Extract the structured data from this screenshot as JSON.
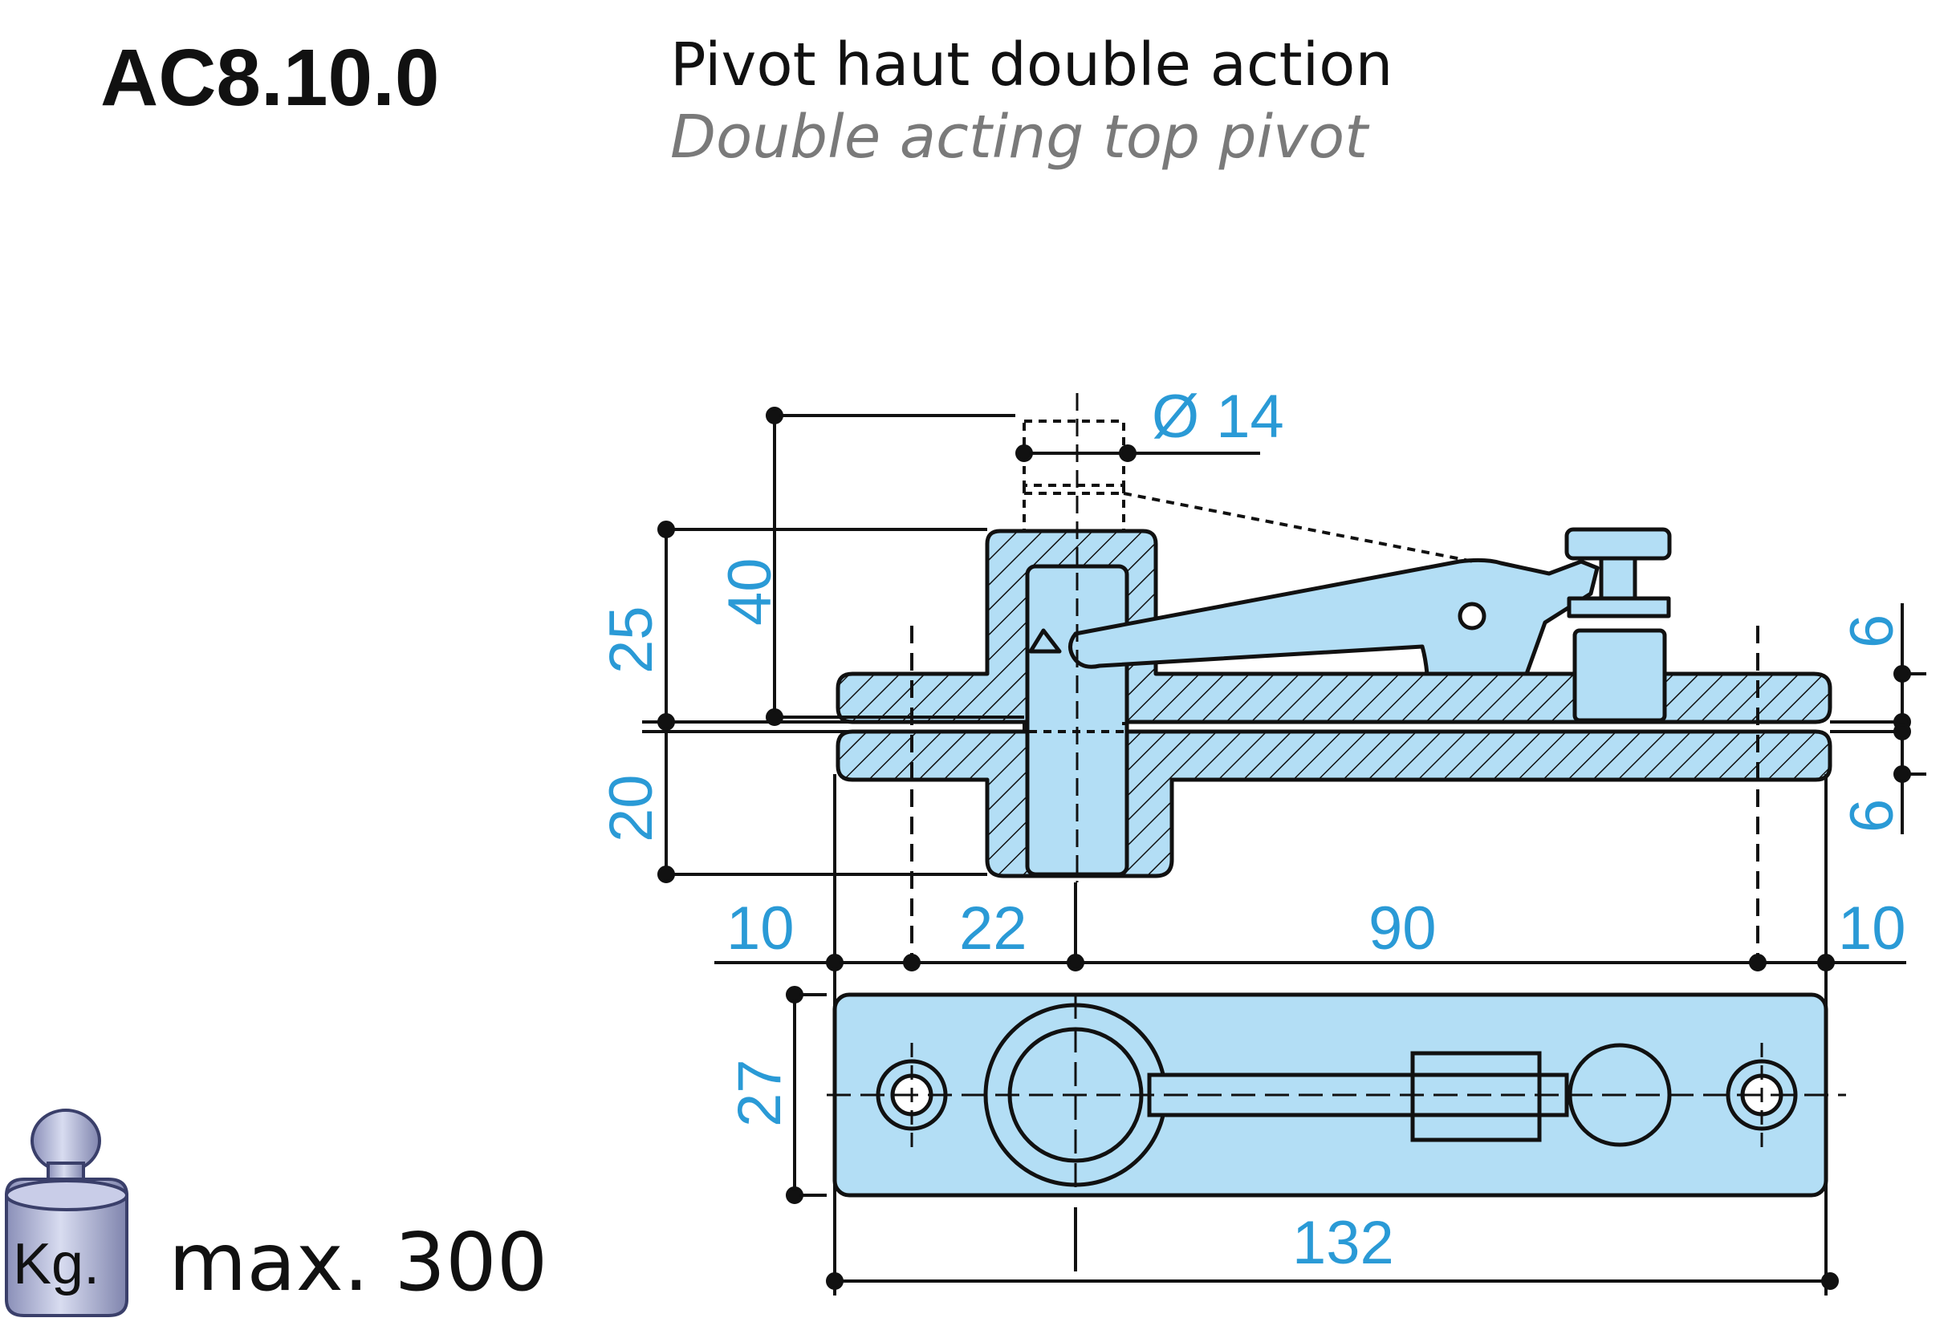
{
  "header": {
    "code": "AC8.10.0",
    "title_fr": "Pivot haut double action",
    "title_en": "Double acting top pivot"
  },
  "weight": {
    "icon_label": "Kg.",
    "text": "max. 300"
  },
  "dimensions": {
    "diameter": "Ø 14",
    "d40": "40",
    "d25": "25",
    "d20": "20",
    "d6_top": "6",
    "d6_bottom": "6",
    "d10_left": "10",
    "d22": "22",
    "d90": "90",
    "d10_right": "10",
    "d27": "27",
    "d132": "132"
  },
  "colors": {
    "part_fill": "#b3def5",
    "dimension_text": "#2a9ad6",
    "outline": "#111111"
  }
}
